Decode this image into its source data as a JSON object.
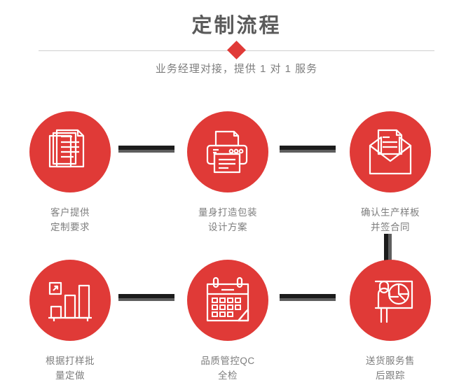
{
  "header": {
    "title": "定制流程",
    "subtitle": "业务经理对接，提供 1 对 1 服务",
    "divider_icon": "diamond-marker"
  },
  "colors": {
    "accent": "#e03a37",
    "title_text": "#5a5a5a",
    "body_text": "#7d7d7d",
    "connector_dark": "#1c1c1c",
    "connector_gray": "#5e5e5e",
    "divider_line": "#cfcfcf",
    "background": "#ffffff"
  },
  "flow": {
    "steps": [
      {
        "index": 1,
        "icon": "documents-stack-icon",
        "label": "客户提供\n定制要求"
      },
      {
        "index": 2,
        "icon": "printer-icon",
        "label": "量身打造包装\n设计方案"
      },
      {
        "index": 3,
        "icon": "envelope-letter-icon",
        "label": "确认生产样板\n并签合同"
      },
      {
        "index": 4,
        "icon": "bar-chart-growth-icon",
        "label": "根据打样批\n量定做"
      },
      {
        "index": 5,
        "icon": "calendar-icon",
        "label": "品质管控QC\n全检"
      },
      {
        "index": 6,
        "icon": "presenter-pie-chart-icon",
        "label": "送货服务售\n后跟踪"
      }
    ],
    "connectors": [
      {
        "id": "conn-1-2",
        "from": 1,
        "to": 2,
        "orientation": "horizontal"
      },
      {
        "id": "conn-2-3",
        "from": 2,
        "to": 3,
        "orientation": "horizontal"
      },
      {
        "id": "conn-3-6",
        "from": 3,
        "to": 6,
        "orientation": "vertical"
      },
      {
        "id": "conn-4-5",
        "from": 4,
        "to": 5,
        "orientation": "horizontal"
      },
      {
        "id": "conn-5-6",
        "from": 5,
        "to": 6,
        "orientation": "horizontal"
      }
    ]
  }
}
